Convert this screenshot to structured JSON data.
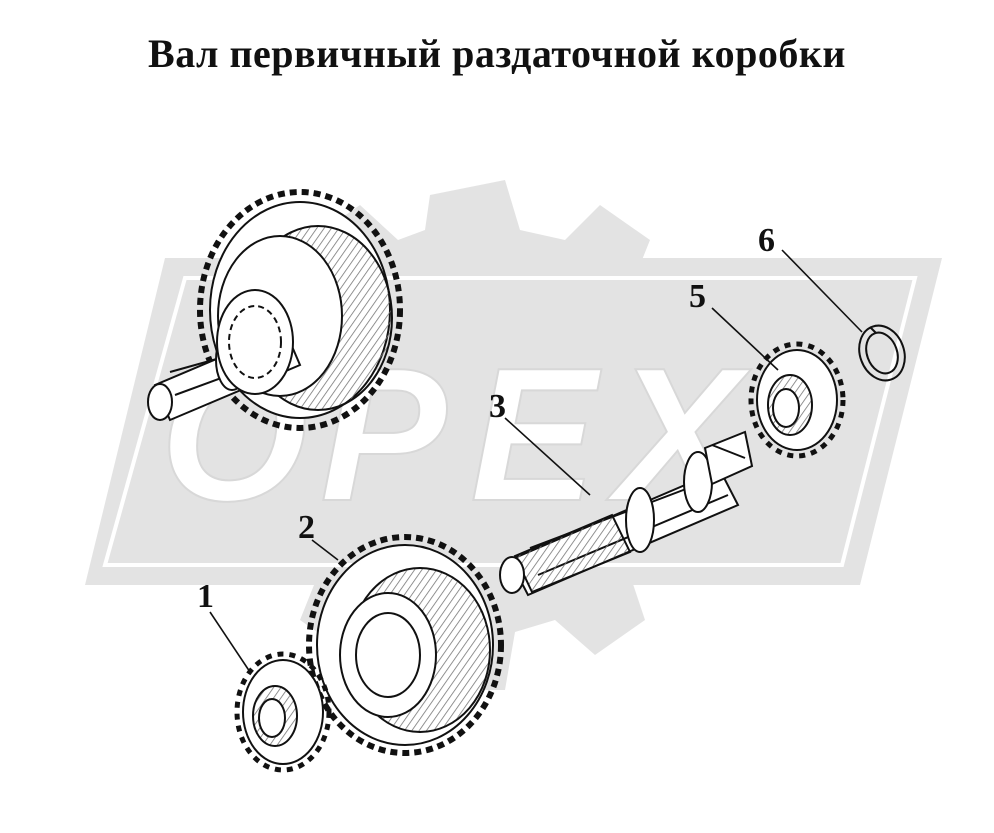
{
  "title": "Вал первичный раздаточной коробки",
  "watermark": {
    "text": "OPEX",
    "color": "#e3e3e3"
  },
  "callouts": [
    {
      "label": "1",
      "part": "bearing-front"
    },
    {
      "label": "2",
      "part": "driven-gear"
    },
    {
      "label": "3",
      "part": "primary-shaft"
    },
    {
      "label": "5",
      "part": "bearing-rear"
    },
    {
      "label": "6",
      "part": "snap-ring"
    }
  ],
  "colors": {
    "ink": "#111111",
    "shade": "#8a8a8a",
    "paper": "#ffffff"
  }
}
